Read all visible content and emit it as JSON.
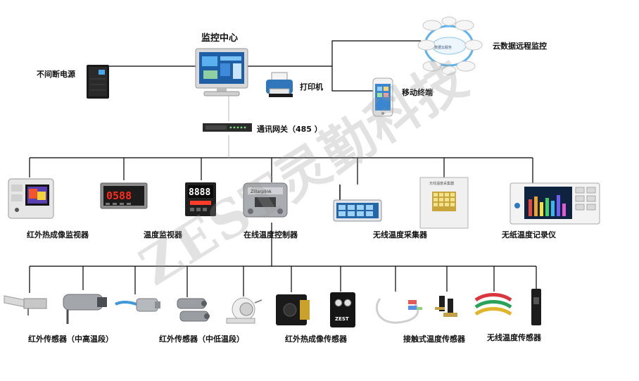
{
  "center": {
    "title": "监控中心"
  },
  "ups": {
    "label": "不间断电源"
  },
  "printer": {
    "label": "打印机"
  },
  "cloud": {
    "label": "云数据远程监控",
    "inner_text": "数据云服务"
  },
  "mobile": {
    "label": "移动终端"
  },
  "gateway": {
    "label": "通讯网关（485 ）"
  },
  "level1": {
    "thermal_monitor": "红外热成像监视器",
    "temp_monitor": "温度监视器",
    "online_controller": "在线温度控制器",
    "wireless_collector": "无线温度采集器",
    "paperless_recorder": "无纸温度记录仪"
  },
  "panel_readouts": {
    "temp_monitor_display": "0588",
    "controller_display": "8888",
    "controller_brand": "Zillarplink",
    "collector_panel_title": "无线温度采集器"
  },
  "level2": {
    "ir_mid_high": "红外传感器（中高温段）",
    "ir_mid_low": "红外传感器（中低温段）",
    "thermal_sensor": "红外热成像传感器",
    "contact_sensor": "接触式温度传感器",
    "wireless_sensor": "无线温度传感器"
  },
  "camera_brand": "ZEST",
  "watermark": "ZEST灵勤科技",
  "colors": {
    "line": "#000000",
    "gray_line": "#b8b8b8",
    "watermark": "#969696",
    "screen_blue": "#2f78c8"
  }
}
